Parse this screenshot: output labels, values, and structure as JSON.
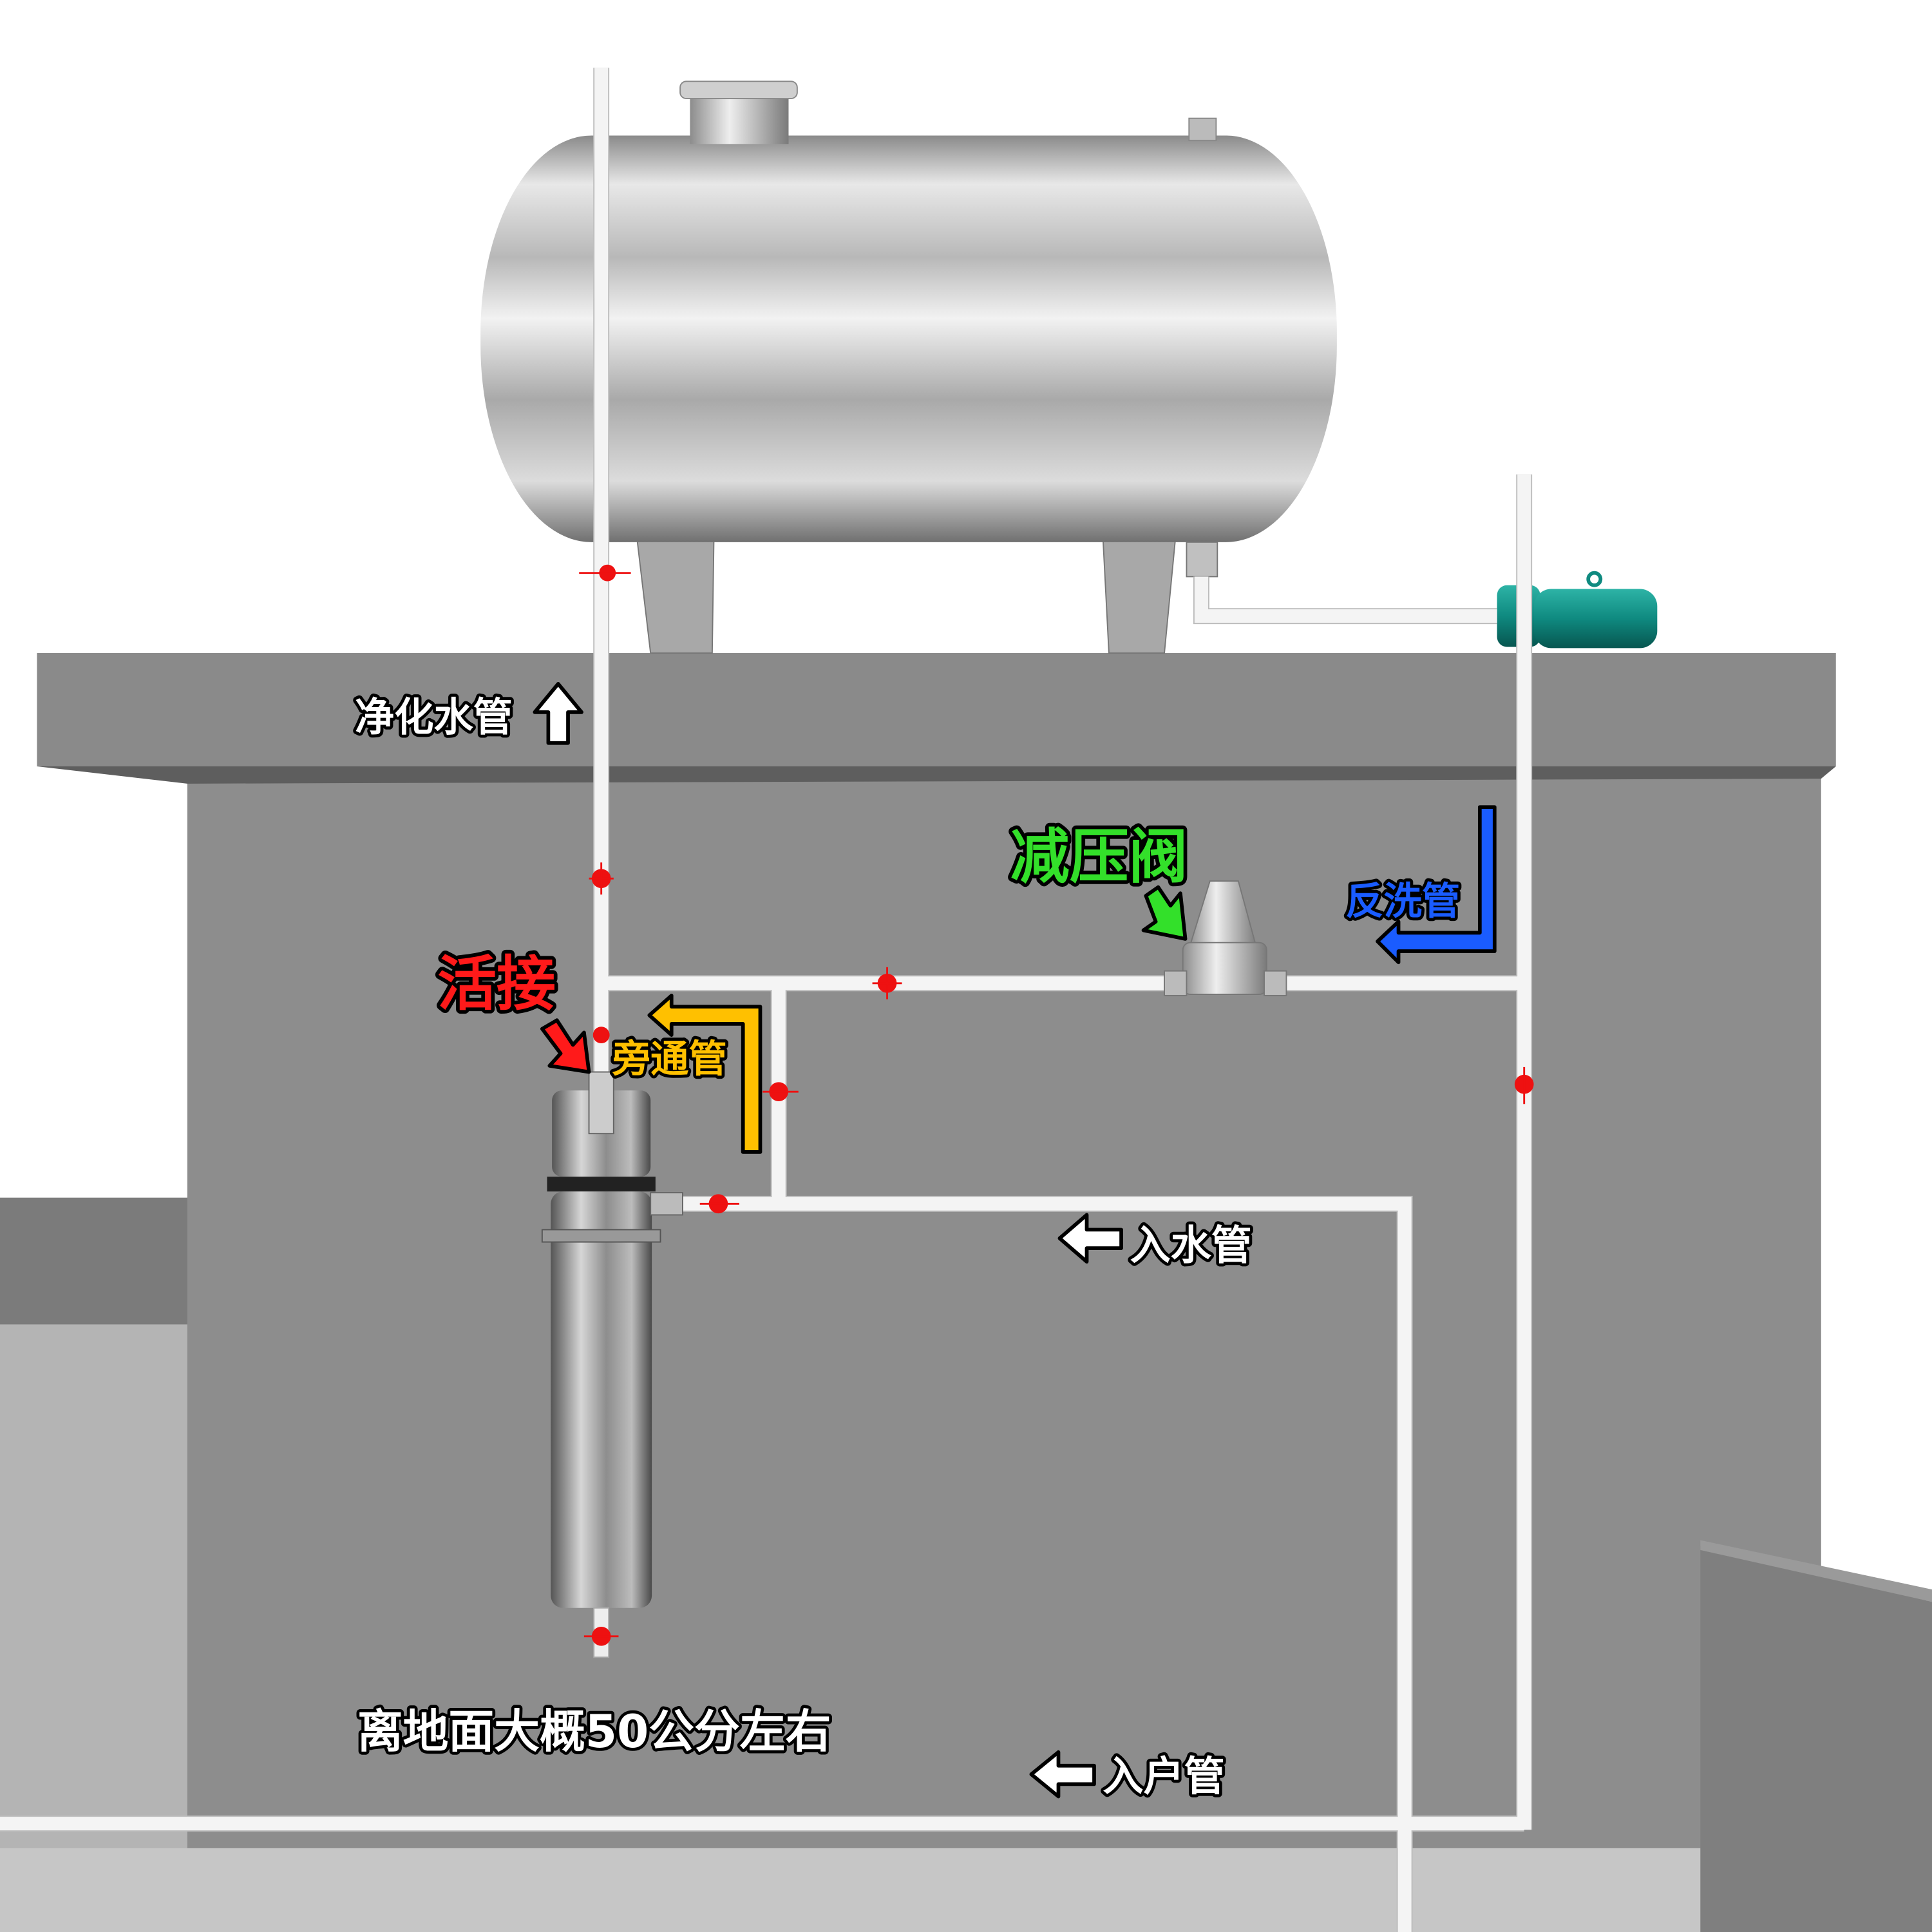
{
  "labels": {
    "purified_pipe": "净化水管",
    "pressure_valve": "减压阀",
    "backwash_pipe": "反洗管",
    "union": "活接",
    "bypass_pipe": "旁通管",
    "inlet_pipe": "入水管",
    "height_note": "离地面大概50公分左右",
    "house_inlet_pipe": "入户管"
  },
  "colors": {
    "purified_pipe": "#ffffff",
    "pressure_valve": "#33e02a",
    "backwash_pipe": "#1a5cff",
    "union": "#ff1a1a",
    "bypass_pipe": "#ffc000",
    "inlet_pipe": "#ffffff",
    "height_note": "#ffffff",
    "house_inlet_pipe": "#ffffff",
    "valve_dot": "#ee1111",
    "pump": "#0f8a80"
  }
}
